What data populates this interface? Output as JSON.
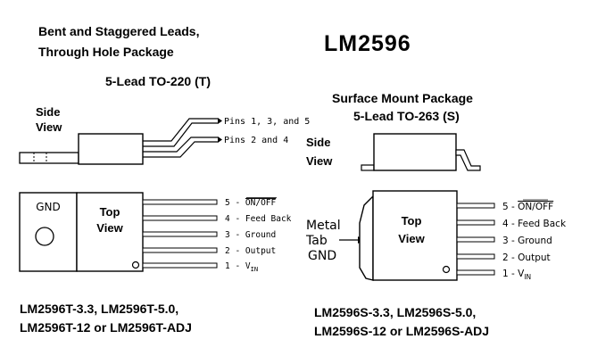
{
  "heading": {
    "line1": "Bent and Staggered Leads,",
    "line2": "Through Hole Package",
    "part_number": "LM2596"
  },
  "to220": {
    "package_name": "5-Lead TO-220 (T)",
    "side_view": [
      "Side",
      "View"
    ],
    "pins_upper": "Pins 1, 3, and 5",
    "pins_lower": "Pins 2 and 4",
    "tab_label": "GND",
    "top_view": [
      "Top",
      "View"
    ],
    "pins": [
      {
        "num": "5",
        "name": "ON/OFF",
        "overline": true
      },
      {
        "num": "4",
        "name": "Feed Back"
      },
      {
        "num": "3",
        "name": "Ground"
      },
      {
        "num": "2",
        "name": "Output"
      },
      {
        "num": "1",
        "name": "V",
        "sub": "IN"
      }
    ],
    "part_line1": "LM2596T-3.3, LM2596T-5.0,",
    "part_line2": "LM2596T-12 or LM2596T-ADJ"
  },
  "to263": {
    "package_title": "Surface Mount Package",
    "package_name": "5-Lead TO-263 (S)",
    "side_view": [
      "Side",
      "View"
    ],
    "metal_tab": [
      "Metal",
      "Tab",
      "GND"
    ],
    "top_view": [
      "Top",
      "View"
    ],
    "pins": [
      {
        "num": "5",
        "name": "ON/OFF",
        "overline": true
      },
      {
        "num": "4",
        "name": "Feed Back"
      },
      {
        "num": "3",
        "name": "Ground"
      },
      {
        "num": "2",
        "name": "Output"
      },
      {
        "num": "1",
        "name": "V",
        "sub": "IN"
      }
    ],
    "part_line1": "LM2596S-3.3, LM2596S-5.0,",
    "part_line2": "LM2596S-12 or LM2596S-ADJ"
  }
}
